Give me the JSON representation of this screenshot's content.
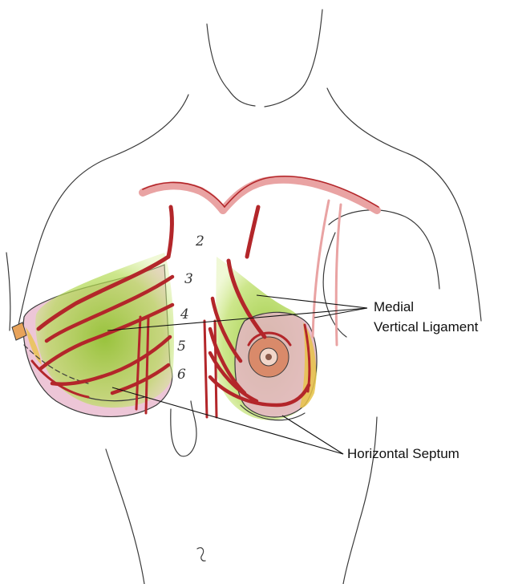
{
  "labels": {
    "medial_line1": "Medial",
    "medial_line2": "Vertical Ligament",
    "horizontal": "Horizontal Septum"
  },
  "rib_numbers": [
    "2",
    "3",
    "4",
    "5",
    "6"
  ],
  "colors": {
    "outline": "#3a3a3a",
    "artery": "#b3262a",
    "artery_light": "#e9a3a3",
    "ligament_green": "#9fcf3c",
    "skin_pink": "#e7b3c9",
    "areola": "#d98a6a",
    "yellow": "#e8c34a"
  }
}
